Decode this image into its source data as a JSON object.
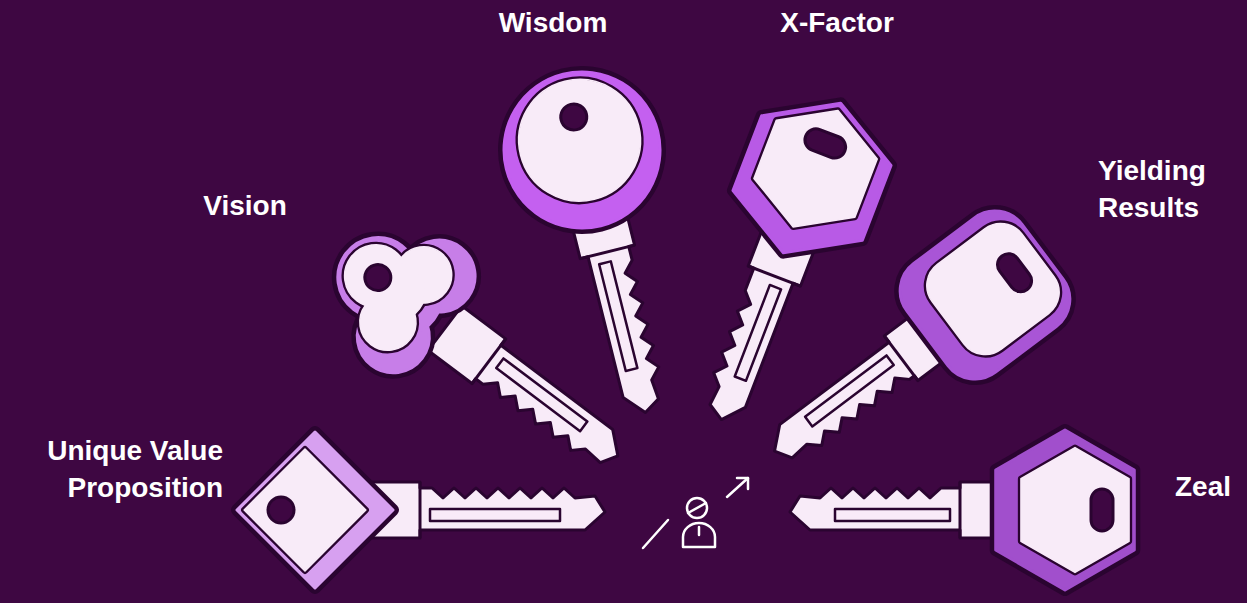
{
  "diagram": {
    "nodes": [
      {
        "text": [
          "Unique Value Proposition"
        ]
      },
      {
        "text": [
          "Vision"
        ]
      },
      {
        "text": [
          "Wisdom"
        ]
      },
      {
        "text": [
          "X-Factor"
        ]
      },
      {
        "text": [
          "Yielding Results"
        ]
      },
      {
        "text": [
          "Zeal"
        ]
      }
    ]
  }
}
